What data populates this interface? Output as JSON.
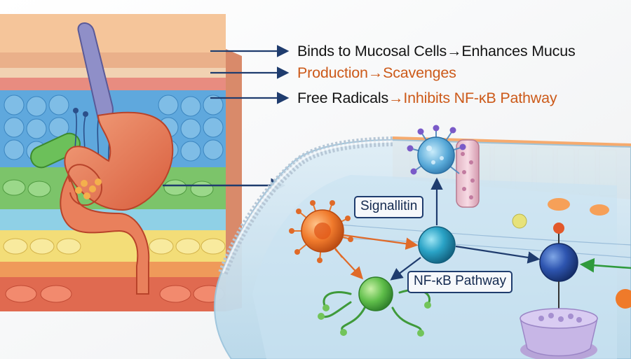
{
  "callouts": {
    "line1": {
      "part_a": "Binds to Mucosal Cells",
      "arrow": "→",
      "part_b": "Enhances Mucus"
    },
    "line2": {
      "part_a": "Production",
      "arrow": "→",
      "part_b": "Scavenges"
    },
    "line3": {
      "part_a": "Free Radicals",
      "arrow": "→",
      "part_b": "Inhibits NF-κB Pathway"
    }
  },
  "diagram_labels": {
    "agent": "Signallitin",
    "pathway": "NF-κB Pathway"
  },
  "colors": {
    "dark_text": "#141414",
    "orange_text": "#cc5a1a",
    "arrow_navy": "#1f3c6e",
    "arrow_orange": "#e06a28",
    "arrow_green": "#2f9a3c"
  }
}
